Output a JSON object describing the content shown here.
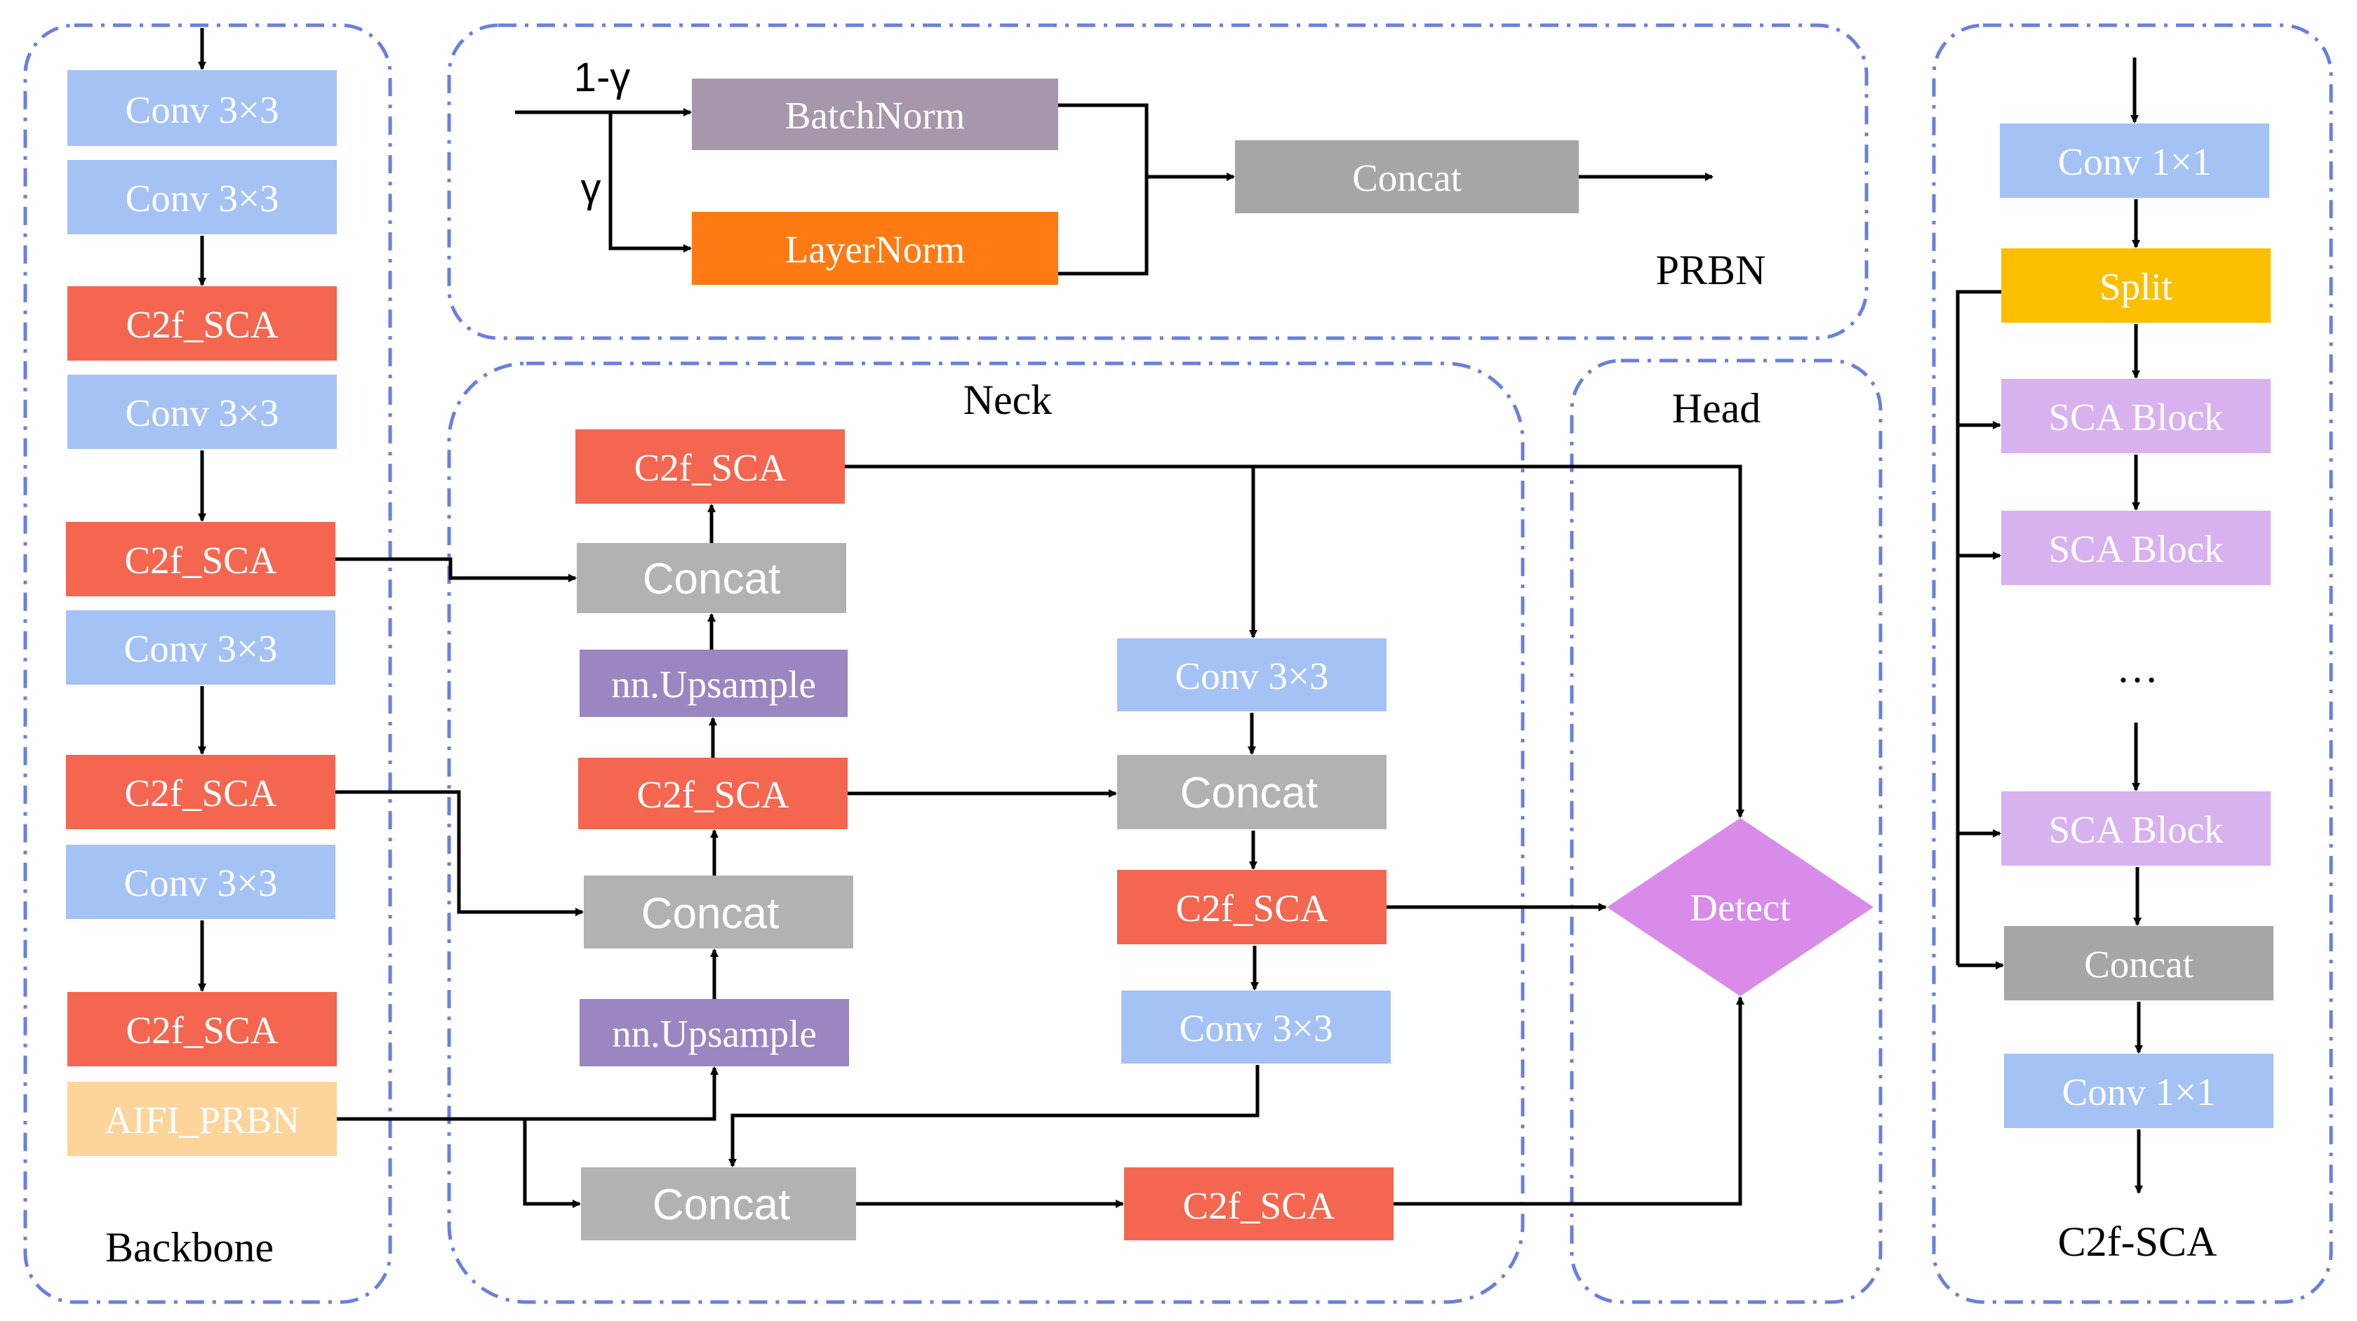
{
  "colors": {
    "conv": "#a4c2f4",
    "c2f": "#f4664f",
    "concat": "#b2b2b2",
    "concat_dark": "#a6a6a6",
    "upsample": "#9a86c1",
    "aifi": "#fdd49a",
    "batchnorm": "#a797ac",
    "layernorm": "#ff7a12",
    "split": "#fbbf00",
    "sca": "#d8b1ef",
    "detect": "#d88be8",
    "frame": "#6a7fdc"
  },
  "backbone": {
    "title": "Backbone",
    "blocks": [
      "Conv 3×3",
      "Conv 3×3",
      "C2f_SCA",
      "Conv 3×3",
      "C2f_SCA",
      "Conv 3×3",
      "C2f_SCA",
      "Conv 3×3",
      "C2f_SCA",
      "AIFI_PRBN"
    ]
  },
  "prbn": {
    "title": "PRBN",
    "gamma_upper": "1-γ",
    "gamma_lower": "γ",
    "batchnorm": "BatchNorm",
    "layernorm": "LayerNorm",
    "concat": "Concat"
  },
  "neck": {
    "title": "Neck",
    "c2f_top": "C2f_SCA",
    "concat_top": "Concat",
    "upsample_top": "nn.Upsample",
    "c2f_mid": "C2f_SCA",
    "concat_mid": "Concat",
    "upsample_bottom": "nn.Upsample",
    "concat_bottom": "Concat",
    "conv_right_top": "Conv 3×3",
    "concat_right": "Concat",
    "c2f_right": "C2f_SCA",
    "conv_right_bottom": "Conv 3×3",
    "c2f_bottom": "C2f_SCA"
  },
  "head": {
    "title": "Head",
    "detect": "Detect"
  },
  "c2f_sca": {
    "title": "C2f-SCA",
    "conv_top": "Conv 1×1",
    "split": "Split",
    "sca1": "SCA Block",
    "sca2": "SCA Block",
    "ellipsis": "…",
    "sca3": "SCA Block",
    "concat": "Concat",
    "conv_bottom": "Conv 1×1"
  }
}
